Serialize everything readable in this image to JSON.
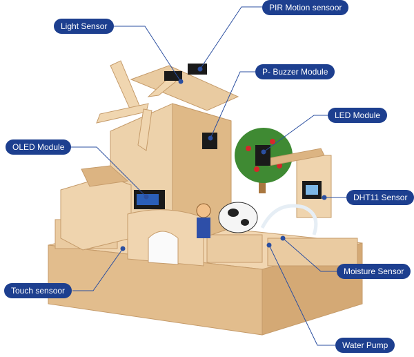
{
  "labels": {
    "pir": "PIR Motion sensoor",
    "light": "Light Sensor",
    "buzzer": "P- Buzzer Module",
    "led": "LED Module",
    "oled": "OLED Module",
    "dht11": "DHT11 Sensor",
    "moisture": "Moisture Sensor",
    "touch": "Touch sensoor",
    "pump": "Water Pump"
  },
  "colors": {
    "label_bg": "#1d3f8f",
    "label_text": "#ffffff",
    "leader": "#2b4fa0",
    "wood": "#e8c9a0",
    "wood_dark": "#c9a373",
    "wood_light": "#f3dcbd"
  }
}
